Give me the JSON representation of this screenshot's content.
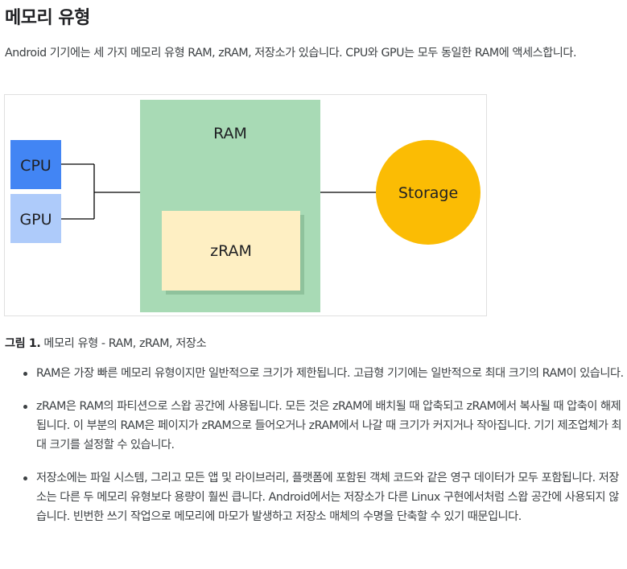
{
  "title": "메모리 유형",
  "intro": "Android 기기에는 세 가지 메모리 유형 RAM, zRAM, 저장소가 있습니다. CPU와 GPU는 모두 동일한 RAM에 액세스합니다.",
  "diagram": {
    "cpu_label": "CPU",
    "gpu_label": "GPU",
    "ram_label": "RAM",
    "zram_label": "zRAM",
    "storage_label": "Storage",
    "colors": {
      "cpu": "#4285f4",
      "gpu": "#aecbfa",
      "ram": "#a8dab5",
      "zram": "#feefc3",
      "zram_shadow": "#8fc29c",
      "storage": "#fbbc04",
      "line": "#000000"
    }
  },
  "caption": {
    "label": "그림 1.",
    "text": " 메모리 유형 - RAM, zRAM, 저장소"
  },
  "bullets": [
    "RAM은 가장 빠른 메모리 유형이지만 일반적으로 크기가 제한됩니다. 고급형 기기에는 일반적으로 최대 크기의 RAM이 있습니다.",
    "zRAM은 RAM의 파티션으로 스왑 공간에 사용됩니다. 모든 것은 zRAM에 배치될 때 압축되고 zRAM에서 복사될 때 압축이 해제됩니다. 이 부분의 RAM은 페이지가 zRAM으로 들어오거나 zRAM에서 나갈 때 크기가 커지거나 작아집니다. 기기 제조업체가 최대 크기를 설정할 수 있습니다.",
    "저장소에는 파일 시스템, 그리고 모든 앱 및 라이브러리, 플랫폼에 포함된 객체 코드와 같은 영구 데이터가 모두 포함됩니다. 저장소는 다른 두 메모리 유형보다 용량이 훨씬 큽니다. Android에서는 저장소가 다른 Linux 구현에서처럼 스왑 공간에 사용되지 않습니다. 빈번한 쓰기 작업으로 메모리에 마모가 발생하고 저장소 매체의 수명을 단축할 수 있기 때문입니다."
  ]
}
